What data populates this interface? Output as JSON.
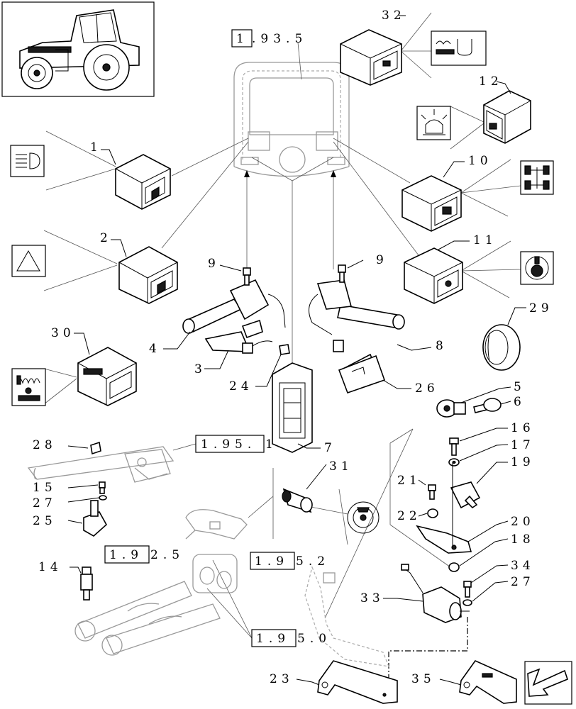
{
  "callouts": {
    "c1": "1",
    "c2": "2",
    "c3": "3",
    "c4": "4",
    "c5": "5",
    "c6": "6",
    "c7": "7",
    "c8": "8",
    "c9a": "9",
    "c9b": "9",
    "c10": "10",
    "c11": "11",
    "c12": "12",
    "c14": "14",
    "c15": "15",
    "c16": "16",
    "c17": "17",
    "c18": "18",
    "c19": "19",
    "c20": "20",
    "c21": "21",
    "c22": "22",
    "c23": "23",
    "c24": "24",
    "c25": "25",
    "c26": "26",
    "c27a": "27",
    "c27b": "27",
    "c28": "28",
    "c29": "29",
    "c30": "30",
    "c31": "31",
    "c32": "32",
    "c33": "33",
    "c34": "34",
    "c35": "35"
  },
  "refs": {
    "r1935": {
      "boxed": "1",
      "rest": ".93.5"
    },
    "r1951": {
      "boxed": "1.95.",
      "rest": "1"
    },
    "r1925": {
      "boxed": "1.9",
      "rest": "2.5"
    },
    "r1952": {
      "boxed": "1.9",
      "rest": "5.2"
    },
    "r1950": {
      "boxed": "1.9",
      "rest": "5.0"
    }
  },
  "icons": {
    "headlamp": "headlamp-icon",
    "hazard": "hazard-triangle-icon",
    "beacon": "beacon-light-icon",
    "differential_lock": "differential-lock-icon",
    "pto": "pto-icon",
    "hitch": "hitch-lift-icon",
    "four_wd": "four-wheel-drive-icon",
    "pto_button": "pto-button-icon"
  },
  "colors": {
    "line": "#000000",
    "ghost": "#999999",
    "background": "#ffffff"
  }
}
